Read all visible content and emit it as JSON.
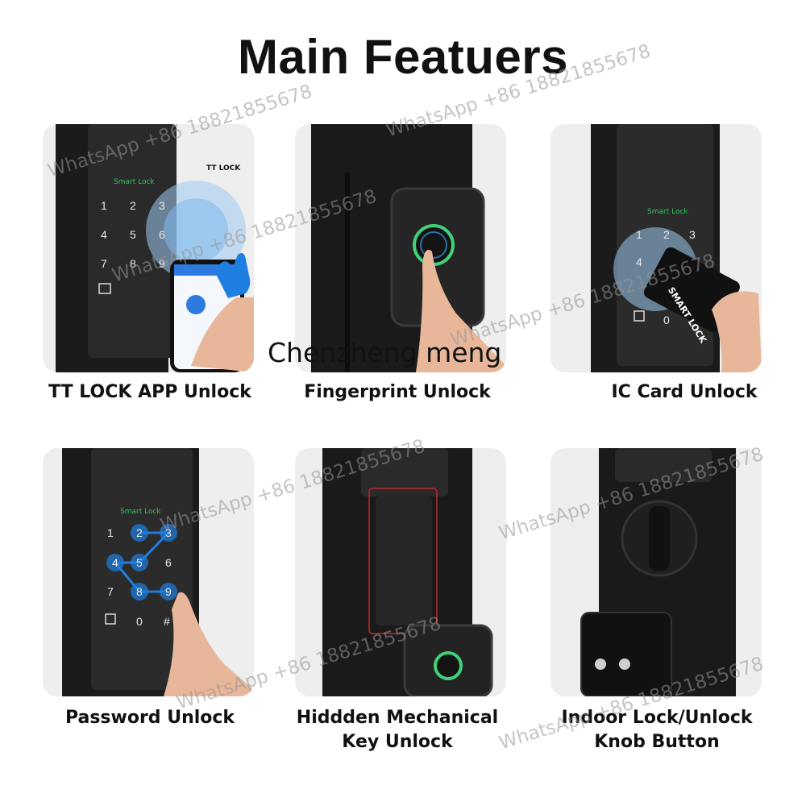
{
  "title": "Main Featuers",
  "overlay_text": "Chenzheng meng",
  "watermark": "WhatsApp +86 18821855678",
  "features": [
    {
      "caption": "TT LOCK APP Unlock",
      "badge": "TT LOCK",
      "lock_label": "Smart Lock"
    },
    {
      "caption": "Fingerprint Unlock"
    },
    {
      "caption": "IC Card Unlock",
      "lock_label": "Smart Lock",
      "card_label": "SMART LOCK"
    },
    {
      "caption": "Password Unlock",
      "lock_label": "Smart Lock"
    },
    {
      "caption_line1": "Hiddden Mechanical",
      "caption_line2": "Key Unlock"
    },
    {
      "caption_line1": "Indoor Lock/Unlock",
      "caption_line2": "Knob Button"
    }
  ],
  "keypad": [
    "1",
    "2",
    "3",
    "4",
    "5",
    "6",
    "7",
    "8",
    "9",
    "0",
    "#"
  ],
  "colors": {
    "accent_blue": "#1e7fe0",
    "ring_green": "#3fd27a",
    "lock_body": "#1a1a1a"
  }
}
